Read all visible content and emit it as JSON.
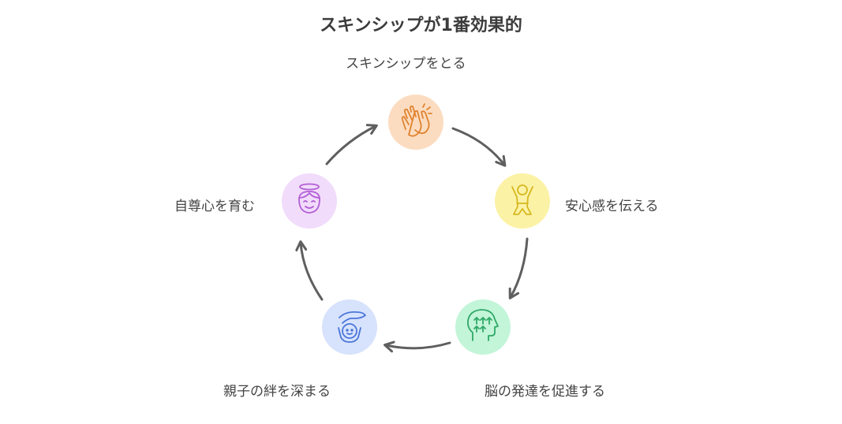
{
  "title": "スキンシップが1番効果的",
  "steps": [
    {
      "label": "スキンシップをとる",
      "icon": "clapping-hands-icon",
      "color": "#fcdcc0",
      "stroke": "#e0832f"
    },
    {
      "label": "安心感を伝える",
      "icon": "happy-child-icon",
      "color": "#fbf2a6",
      "stroke": "#d6b81f"
    },
    {
      "label": "脳の発達を促進する",
      "icon": "brain-growth-icon",
      "color": "#c3f5d9",
      "stroke": "#2fa866"
    },
    {
      "label": "親子の絆を深まる",
      "icon": "parent-child-icon",
      "color": "#d7e2fc",
      "stroke": "#4a76d9"
    },
    {
      "label": "自尊心を育む",
      "icon": "angel-face-icon",
      "color": "#f1dcfb",
      "stroke": "#b45fd6"
    }
  ]
}
